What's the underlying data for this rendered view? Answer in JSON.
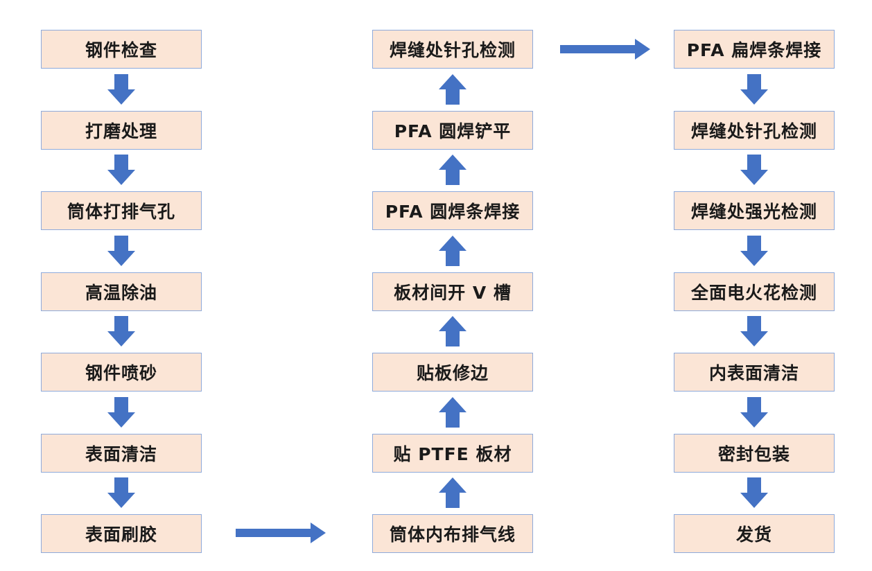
{
  "colors": {
    "box_fill": "#fbe5d6",
    "box_border": "#8eaadb",
    "arrow": "#4472c4",
    "text": "#1a1a1a"
  },
  "column1": {
    "steps": [
      "钢件检查",
      "打磨处理",
      "筒体打排气孔",
      "高温除油",
      "钢件喷砂",
      "表面清洁",
      "表面刷胶"
    ]
  },
  "column2": {
    "steps": [
      "筒体内布排气线",
      "贴 PTFE 板材",
      "贴板修边",
      "板材间开 V 槽",
      "PFA 圆焊条焊接",
      "PFA 圆焊铲平",
      "焊缝处针孔检测"
    ]
  },
  "column3": {
    "steps": [
      "PFA 扁焊条焊接",
      "焊缝处针孔检测",
      "焊缝处强光检测",
      "全面电火花检测",
      "内表面清洁",
      "密封包装",
      "发货"
    ]
  }
}
